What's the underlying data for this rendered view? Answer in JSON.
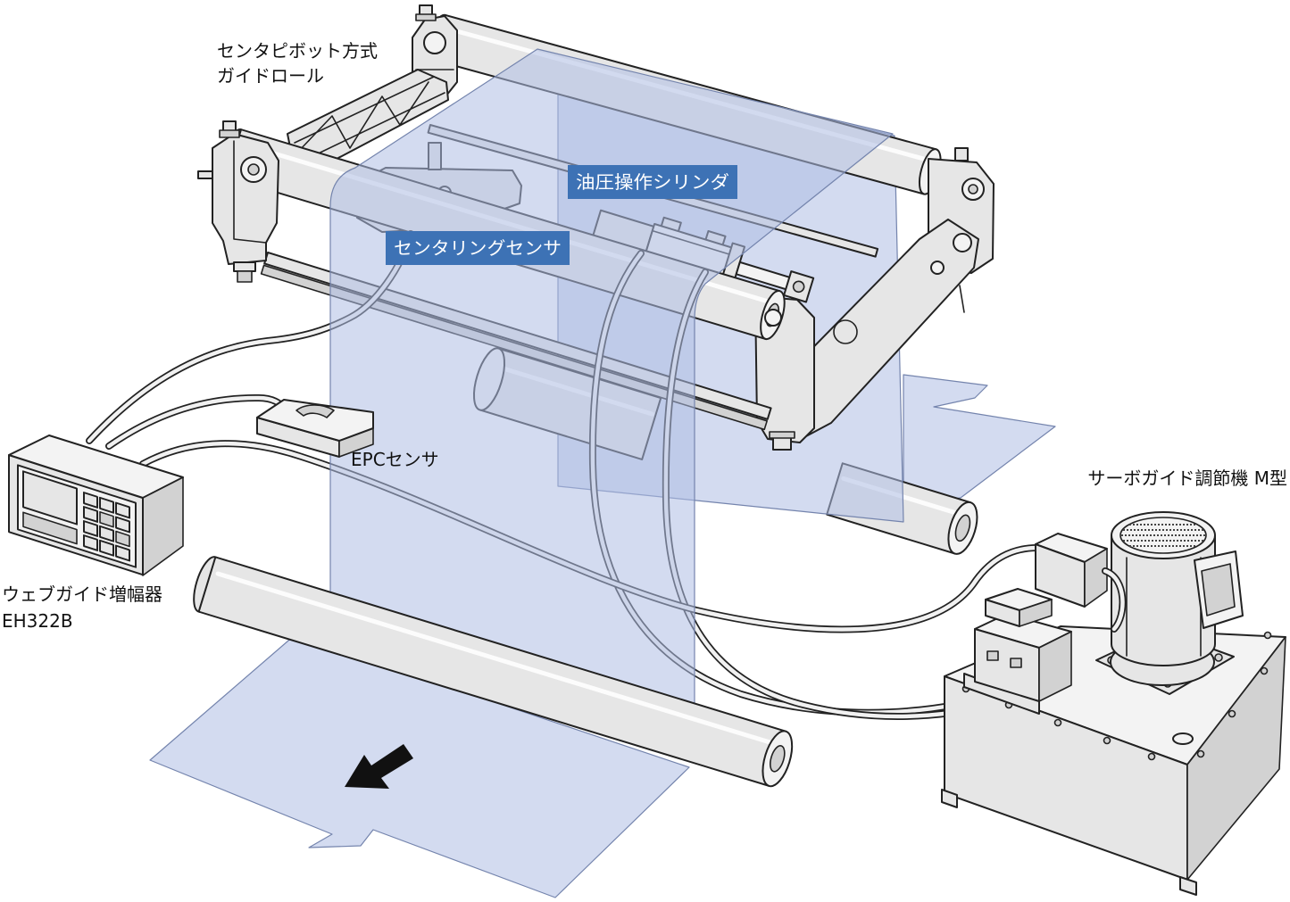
{
  "labels": {
    "guide_roll": [
      "センタピボット方式",
      "ガイドロール"
    ],
    "hydraulic_cylinder": "油圧操作シリンダ",
    "centering_sensor": "センタリングセンサ",
    "epc_sensor": "EPCセンサ",
    "servo_unit": "サーボガイド調節機 M型",
    "amplifier": [
      "ウェブガイド増幅器",
      "EH322B"
    ]
  },
  "colors": {
    "web": "#aebde3",
    "label_box": "#3d72b5",
    "label_box_text": "#ffffff",
    "machine": "#e6e6e6",
    "outline": "#222222",
    "arrow": "#111111"
  },
  "icons": {
    "web_flow_direction": "arrow-down-left-icon"
  }
}
